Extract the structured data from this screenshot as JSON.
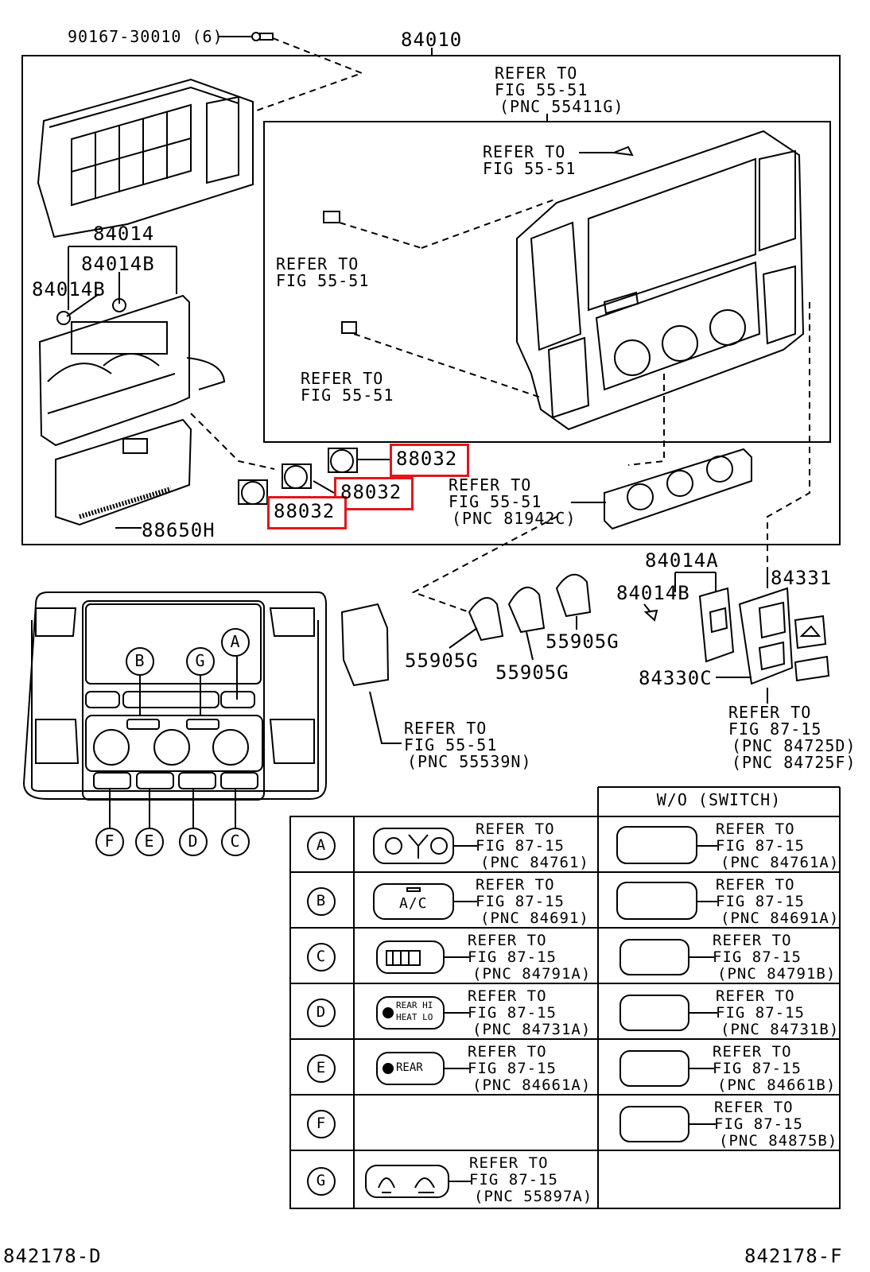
{
  "colors": {
    "ink": "#000000",
    "highlight": "#e3151c",
    "paper": "#ffffff"
  },
  "labels": {
    "bolt": "90167-30010 (6)",
    "assy": "84010",
    "ref_top_1": "REFER TO",
    "ref_top_2": "FIG 55-51",
    "ref_top_3": "(PNC 55411G)",
    "ref_clip_1": "REFER TO",
    "ref_clip_2": "FIG 55-51",
    "ref_left_a1": "REFER TO",
    "ref_left_a2": "FIG 55-51",
    "ref_left_b1": "REFER TO",
    "ref_left_b2": "FIG 55-51",
    "p84014": "84014",
    "p84014b_a": "84014B",
    "p84014b_b": "84014B",
    "p88650h": "88650H",
    "p88032_a": "88032",
    "p88032_b": "88032",
    "p88032_c": "88032",
    "ref_plate_1": "REFER TO",
    "ref_plate_2": "FIG 55-51",
    "ref_plate_3": "(PNC 81942C)",
    "p84014a": "84014A",
    "p84014b_c": "84014B",
    "p84331": "84331",
    "p55905g_a": "55905G",
    "p55905g_b": "55905G",
    "p55905g_c": "55905G",
    "p84330c": "84330C",
    "ref_87_1": "REFER TO",
    "ref_87_2": "FIG 87-15",
    "ref_87_3": "(PNC 84725D)",
    "ref_87_4": "(PNC 84725F)",
    "ref_lid_1": "REFER TO",
    "ref_lid_2": "FIG 55-51",
    "ref_lid_3": "(PNC 55539N)",
    "code_left": "842178-D",
    "code_right": "842178-F"
  },
  "panel_letters": [
    "A",
    "B",
    "G",
    "F",
    "E",
    "D",
    "C"
  ],
  "table": {
    "header": "W/O (SWITCH)",
    "switch_texts": {
      "ac": "A/C",
      "rear_hi": "REAR HI",
      "heat_lo": "HEAT LO",
      "rear": "REAR"
    },
    "rows": [
      {
        "letter": "A",
        "l1": "REFER TO",
        "l2": "FIG 87-15",
        "l3": "(PNC 84761)",
        "r1": "REFER TO",
        "r2": "FIG 87-15",
        "r3": "(PNC 84761A)"
      },
      {
        "letter": "B",
        "l1": "REFER TO",
        "l2": "FIG 87-15",
        "l3": "(PNC 84691)",
        "r1": "REFER TO",
        "r2": "FIG 87-15",
        "r3": "(PNC 84691A)"
      },
      {
        "letter": "C",
        "l1": "REFER TO",
        "l2": "FIG 87-15",
        "l3": "(PNC 84791A)",
        "r1": "REFER TO",
        "r2": "FIG 87-15",
        "r3": "(PNC 84791B)"
      },
      {
        "letter": "D",
        "l1": "REFER TO",
        "l2": "FIG 87-15",
        "l3": "(PNC 84731A)",
        "r1": "REFER TO",
        "r2": "FIG 87-15",
        "r3": "(PNC 84731B)"
      },
      {
        "letter": "E",
        "l1": "REFER TO",
        "l2": "FIG 87-15",
        "l3": "(PNC 84661A)",
        "r1": "REFER TO",
        "r2": "FIG 87-15",
        "r3": "(PNC 84661B)"
      },
      {
        "letter": "F",
        "l1": "",
        "l2": "",
        "l3": "",
        "r1": "REFER TO",
        "r2": "FIG 87-15",
        "r3": "(PNC 84875B)"
      },
      {
        "letter": "G",
        "l1": "REFER TO",
        "l2": "FIG 87-15",
        "l3": "(PNC 55897A)",
        "r1": "",
        "r2": "",
        "r3": ""
      }
    ]
  }
}
